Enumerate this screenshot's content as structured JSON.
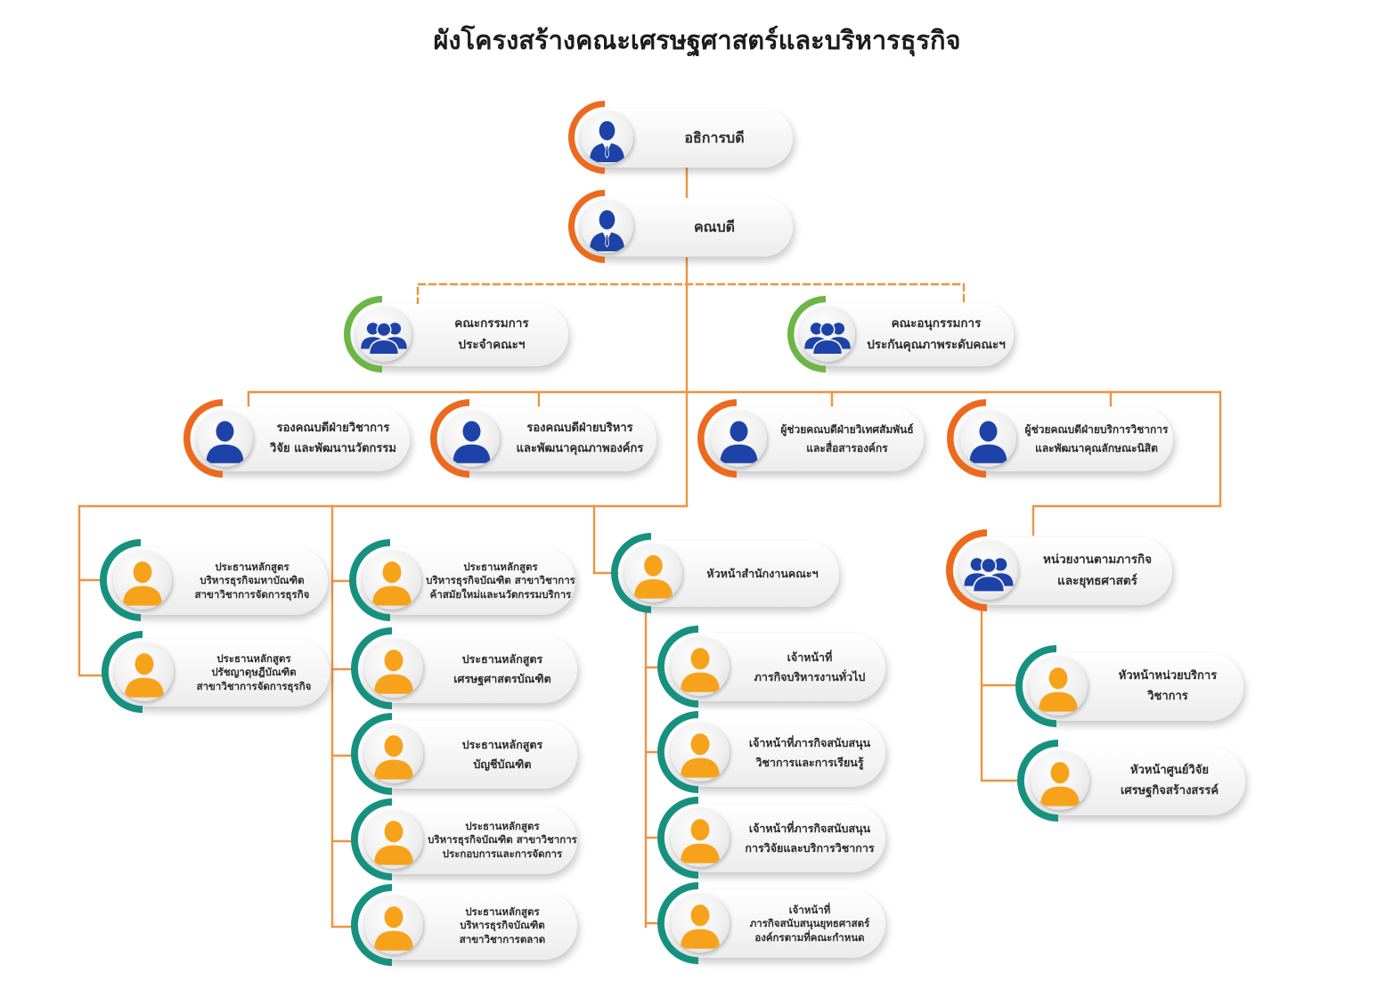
{
  "title": "ผังโครงสร้างคณะเศรษฐศาสตร์และบริหารธุรกิจ",
  "colors": {
    "line": "#ee9440",
    "ring_orange": "#ec6a1e",
    "ring_green": "#6cb647",
    "ring_teal": "#17917f",
    "icon_blue": "#1d43a8",
    "icon_orange": "#f7a21b"
  },
  "nodes": [
    {
      "id": "rector",
      "lines": [
        "อธิการบดี"
      ],
      "ring": "orange",
      "icon": "person-suit-icon",
      "icon_color": "blue"
    },
    {
      "id": "dean",
      "lines": [
        "คณบดี"
      ],
      "ring": "orange",
      "icon": "person-suit-icon",
      "icon_color": "blue"
    },
    {
      "id": "faculty-committee",
      "lines": [
        "คณะกรรมการ",
        "ประจำคณะฯ"
      ],
      "ring": "green",
      "icon": "group-icon",
      "icon_color": "blue"
    },
    {
      "id": "qa-subcommittee",
      "lines": [
        "คณะอนุกรรมการ",
        "ประกันคุณภาพระดับคณะฯ"
      ],
      "ring": "green",
      "icon": "group-icon",
      "icon_color": "blue"
    },
    {
      "id": "vd-academic",
      "lines": [
        "รองคณบดีฝ่ายวิชาการ",
        "วิจัย และพัฒนานวัตกรรม"
      ],
      "ring": "orange",
      "icon": "person-icon",
      "icon_color": "blue"
    },
    {
      "id": "vd-admin",
      "lines": [
        "รองคณบดีฝ่ายบริหาร",
        "และพัฒนาคุณภาพองค์กร"
      ],
      "ring": "orange",
      "icon": "person-icon",
      "icon_color": "blue"
    },
    {
      "id": "ad-international",
      "lines": [
        "ผู้ช่วยคณบดีฝ่ายวิเทศสัมพันธ์",
        "และสื่อสารองค์กร"
      ],
      "ring": "orange",
      "icon": "person-icon",
      "icon_color": "blue"
    },
    {
      "id": "ad-services",
      "lines": [
        "ผู้ช่วยคณบดีฝ่ายบริการวิชาการ",
        "และพัฒนาคุณลักษณะนิสิต"
      ],
      "ring": "orange",
      "icon": "person-icon",
      "icon_color": "blue"
    },
    {
      "id": "mba-chair",
      "lines": [
        "ประธานหลักสูตร",
        "บริหารธุรกิจมหาบัณฑิต",
        "สาขาวิชาการจัดการธุรกิจ"
      ],
      "ring": "teal",
      "icon": "person-icon",
      "icon_color": "orange"
    },
    {
      "id": "phd-chair",
      "lines": [
        "ประธานหลักสูตร",
        "ปรัชญาดุษฎีบัณฑิต",
        "สาขาวิชาการจัดการธุรกิจ"
      ],
      "ring": "teal",
      "icon": "person-icon",
      "icon_color": "orange"
    },
    {
      "id": "bba-retail-chair",
      "lines": [
        "ประธานหลักสูตร",
        "บริหารธุรกิจบัณฑิต สาขาวิชาการ",
        "ค้าสมัยใหม่และนวัตกรรมบริการ"
      ],
      "ring": "teal",
      "icon": "person-icon",
      "icon_color": "orange"
    },
    {
      "id": "econ-chair",
      "lines": [
        "ประธานหลักสูตร",
        "เศรษฐศาสตรบัณฑิต"
      ],
      "ring": "teal",
      "icon": "person-icon",
      "icon_color": "orange"
    },
    {
      "id": "acc-chair",
      "lines": [
        "ประธานหลักสูตร",
        "บัญชีบัณฑิต"
      ],
      "ring": "teal",
      "icon": "person-icon",
      "icon_color": "orange"
    },
    {
      "id": "bba-entre-chair",
      "lines": [
        "ประธานหลักสูตร",
        "บริหารธุรกิจบัณฑิต สาขาวิชาการ",
        "ประกอบการและการจัดการ"
      ],
      "ring": "teal",
      "icon": "person-icon",
      "icon_color": "orange"
    },
    {
      "id": "bba-mkt-chair",
      "lines": [
        "ประธานหลักสูตร",
        "บริหารธุรกิจบัณฑิต",
        "สาขาวิชาการตลาด"
      ],
      "ring": "teal",
      "icon": "person-icon",
      "icon_color": "orange"
    },
    {
      "id": "office-head",
      "lines": [
        "หัวหน้าสำนักงานคณะฯ"
      ],
      "ring": "teal",
      "icon": "person-icon",
      "icon_color": "orange"
    },
    {
      "id": "staff-general",
      "lines": [
        "เจ้าหน้าที่",
        "ภารกิจบริหารงานทั่วไป"
      ],
      "ring": "teal",
      "icon": "person-icon",
      "icon_color": "orange"
    },
    {
      "id": "staff-learning",
      "lines": [
        "เจ้าหน้าที่ภารกิจสนับสนุน",
        "วิชาการและการเรียนรู้"
      ],
      "ring": "teal",
      "icon": "person-icon",
      "icon_color": "orange"
    },
    {
      "id": "staff-research",
      "lines": [
        "เจ้าหน้าที่ภารกิจสนับสนุน",
        "การวิจัยและบริการวิชาการ"
      ],
      "ring": "teal",
      "icon": "person-icon",
      "icon_color": "orange"
    },
    {
      "id": "staff-strategy",
      "lines": [
        "เจ้าหน้าที่",
        "ภารกิจสนับสนุนยุทธศาสตร์",
        "องค์กรตามที่คณะกำหนด"
      ],
      "ring": "teal",
      "icon": "person-icon",
      "icon_color": "orange"
    },
    {
      "id": "mission-unit",
      "lines": [
        "หน่วยงานตามภารกิจ",
        "และยุทธศาสตร์"
      ],
      "ring": "orange",
      "icon": "group-icon",
      "icon_color": "blue"
    },
    {
      "id": "service-unit-head",
      "lines": [
        "หัวหน้าหน่วยบริการ",
        "วิชาการ"
      ],
      "ring": "teal",
      "icon": "person-icon",
      "icon_color": "orange"
    },
    {
      "id": "research-center-head",
      "lines": [
        "หัวหน้าศูนย์วิจัย",
        "เศรษฐกิจสร้างสรรค์"
      ],
      "ring": "teal",
      "icon": "person-icon",
      "icon_color": "orange"
    }
  ]
}
